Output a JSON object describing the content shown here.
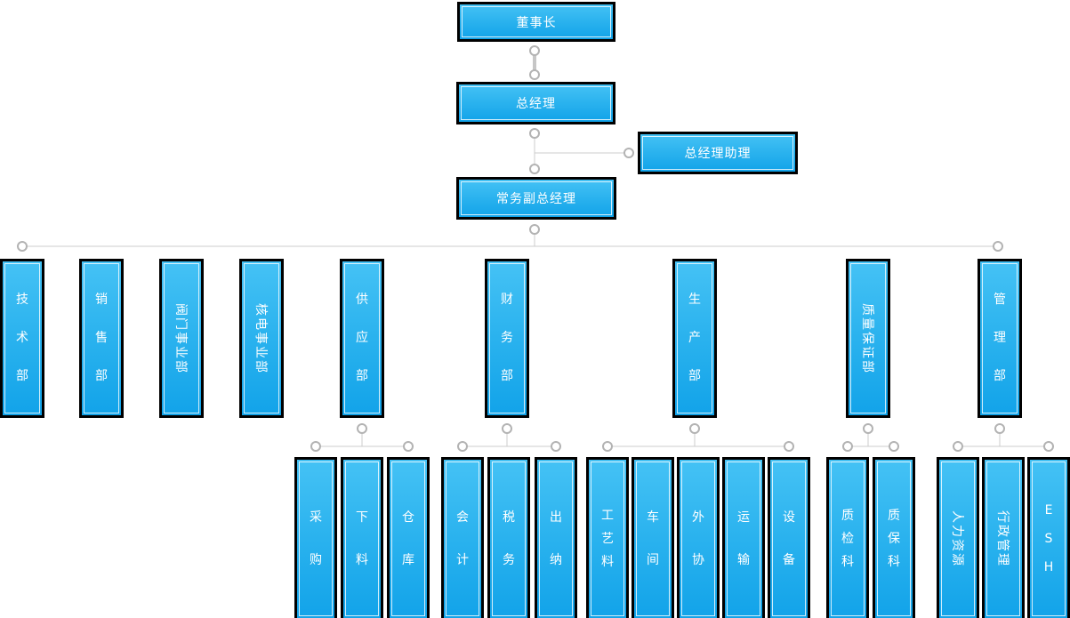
{
  "colors": {
    "box_gradient_top": "#45c2f5",
    "box_gradient_bottom": "#12a3e9",
    "box_border": "#000000",
    "box_inner_border": "#ffffff",
    "box_text": "#ffffff",
    "connector_line": "#cccccc",
    "connector_dot_stroke": "#b3b3b3",
    "connector_dot_fill": "#ffffff",
    "background": "#ffffff"
  },
  "nodes": {
    "chairman": {
      "label": "董事长"
    },
    "general_manager": {
      "label": "总经理"
    },
    "gm_assistant": {
      "label": "总经理助理"
    },
    "deputy_gm": {
      "label": "常务副总经理"
    },
    "departments": [
      {
        "label": "技术部"
      },
      {
        "label": "销售部"
      },
      {
        "label": "阀门事业部"
      },
      {
        "label": "核电事业部"
      },
      {
        "label": "供应部"
      },
      {
        "label": "财务部"
      },
      {
        "label": "生产部"
      },
      {
        "label": "质量保证部"
      },
      {
        "label": "管理部"
      }
    ],
    "sections": {
      "supply": [
        "采购",
        "下料",
        "仓库"
      ],
      "finance": [
        "会计",
        "税务",
        "出纳"
      ],
      "production": [
        "工艺料",
        "车间",
        "外协",
        "运输",
        "设备"
      ],
      "qa": [
        "质检科",
        "质保科"
      ],
      "management": [
        "人力资源",
        "行政管理",
        "ESH"
      ]
    }
  }
}
